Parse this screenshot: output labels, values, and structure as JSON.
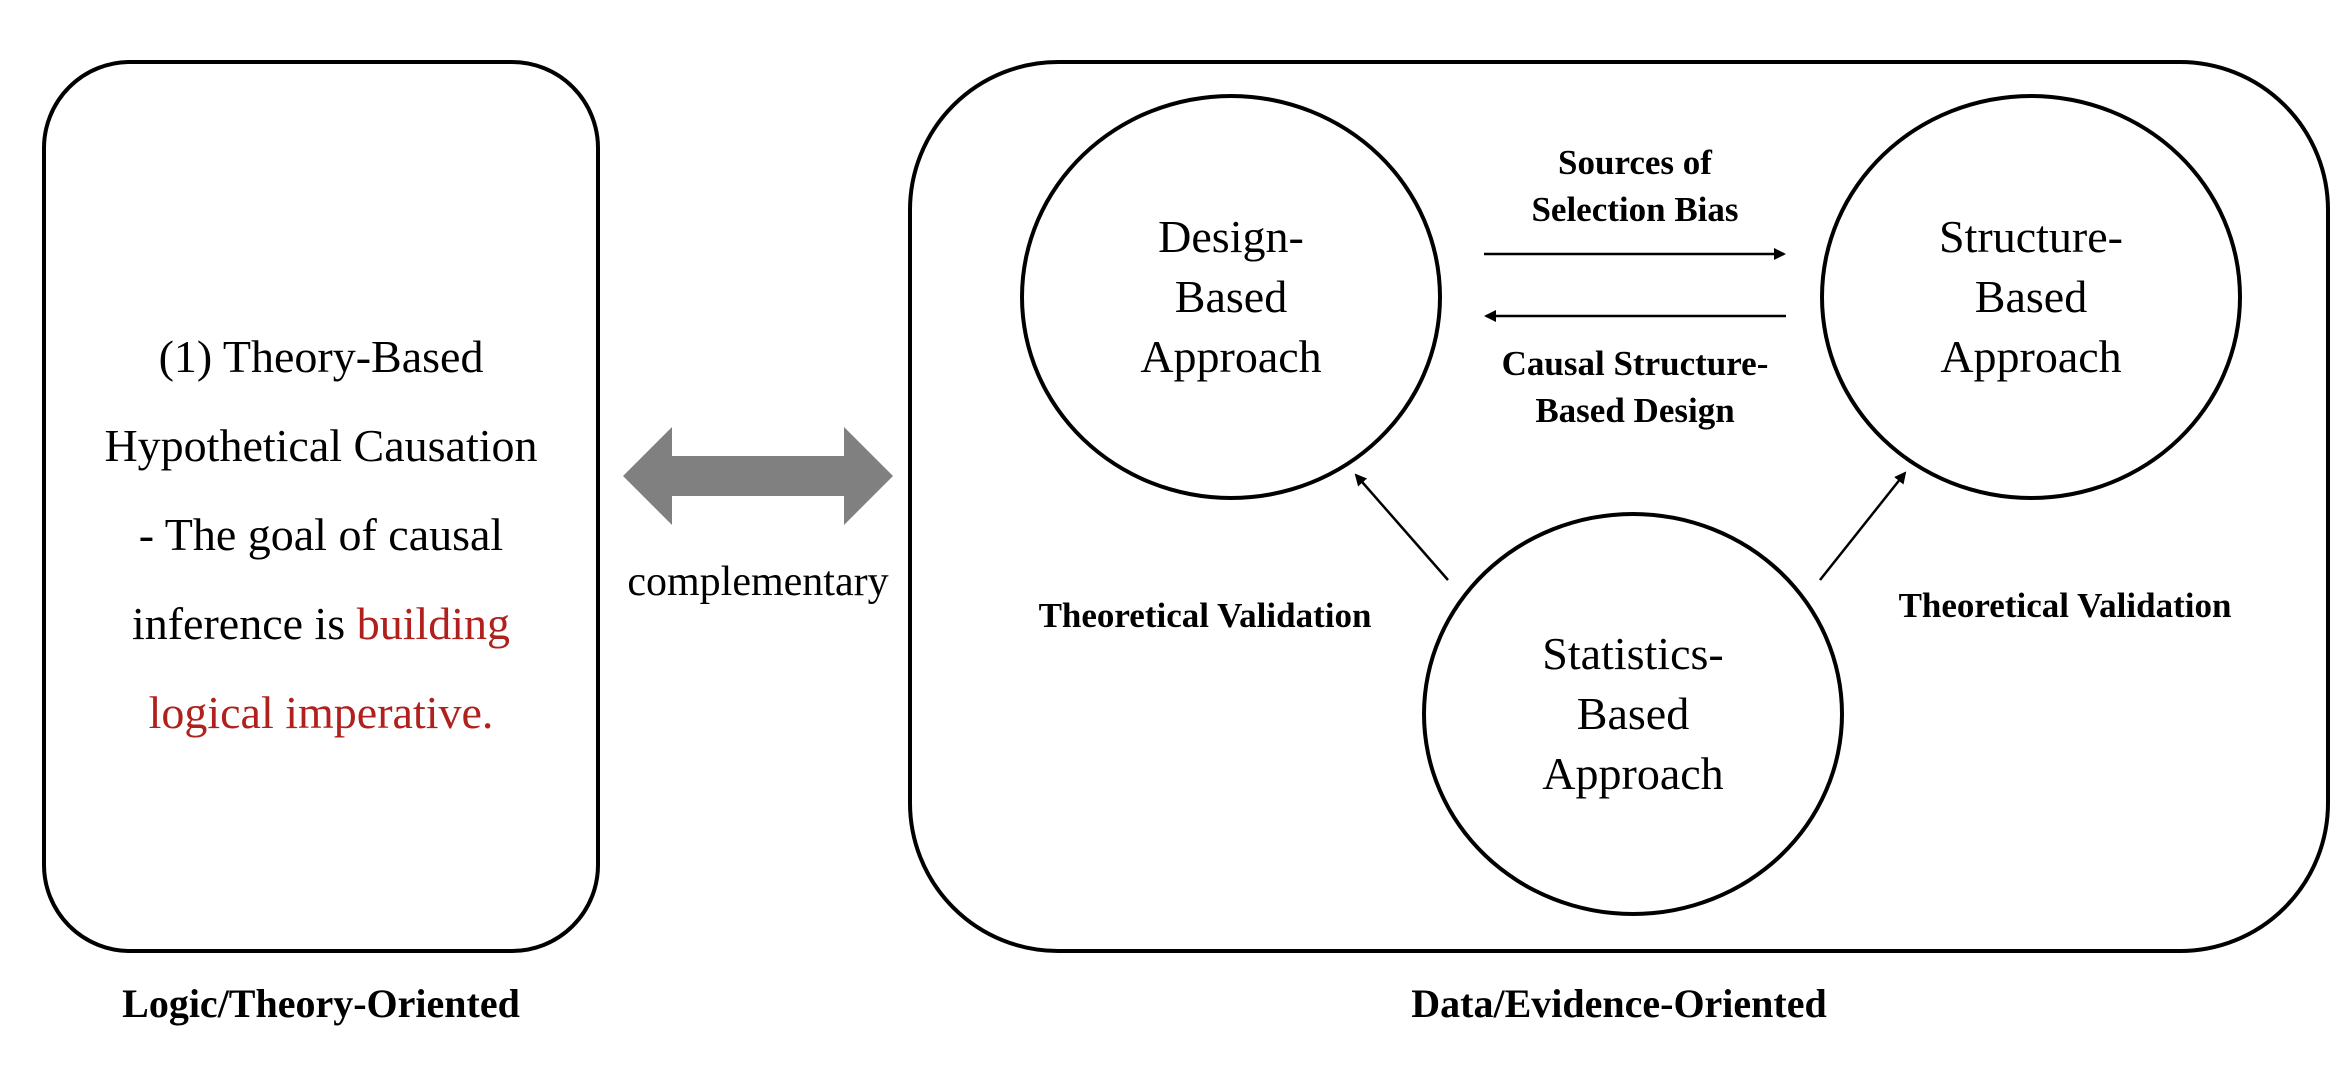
{
  "left_panel": {
    "lines": [
      {
        "text": "(1) Theory-Based",
        "highlight": ""
      },
      {
        "text": "Hypothetical Causation",
        "highlight": ""
      },
      {
        "text": "- The goal of causal",
        "highlight": ""
      },
      {
        "text": "inference is ",
        "highlight": "building"
      },
      {
        "text": "",
        "highlight": "logical imperative."
      }
    ],
    "caption": "Logic/Theory-Oriented"
  },
  "connector": {
    "label": "complementary",
    "color": "#808080"
  },
  "right_panel": {
    "caption": "Data/Evidence-Oriented",
    "nodes": {
      "design": [
        "Design-",
        "Based",
        "Approach"
      ],
      "structure": [
        "Structure-",
        "Based",
        "Approach"
      ],
      "statistics": [
        "Statistics-",
        "Based",
        "Approach"
      ]
    },
    "edge_labels": {
      "top_forward": [
        "Sources of",
        "Selection Bias"
      ],
      "top_backward": [
        "Causal Structure-",
        "Based Design"
      ],
      "left_validation": "Theoretical Validation",
      "right_validation": "Theoretical Validation"
    }
  },
  "colors": {
    "highlight": "#b0211e",
    "stroke": "#000000"
  }
}
